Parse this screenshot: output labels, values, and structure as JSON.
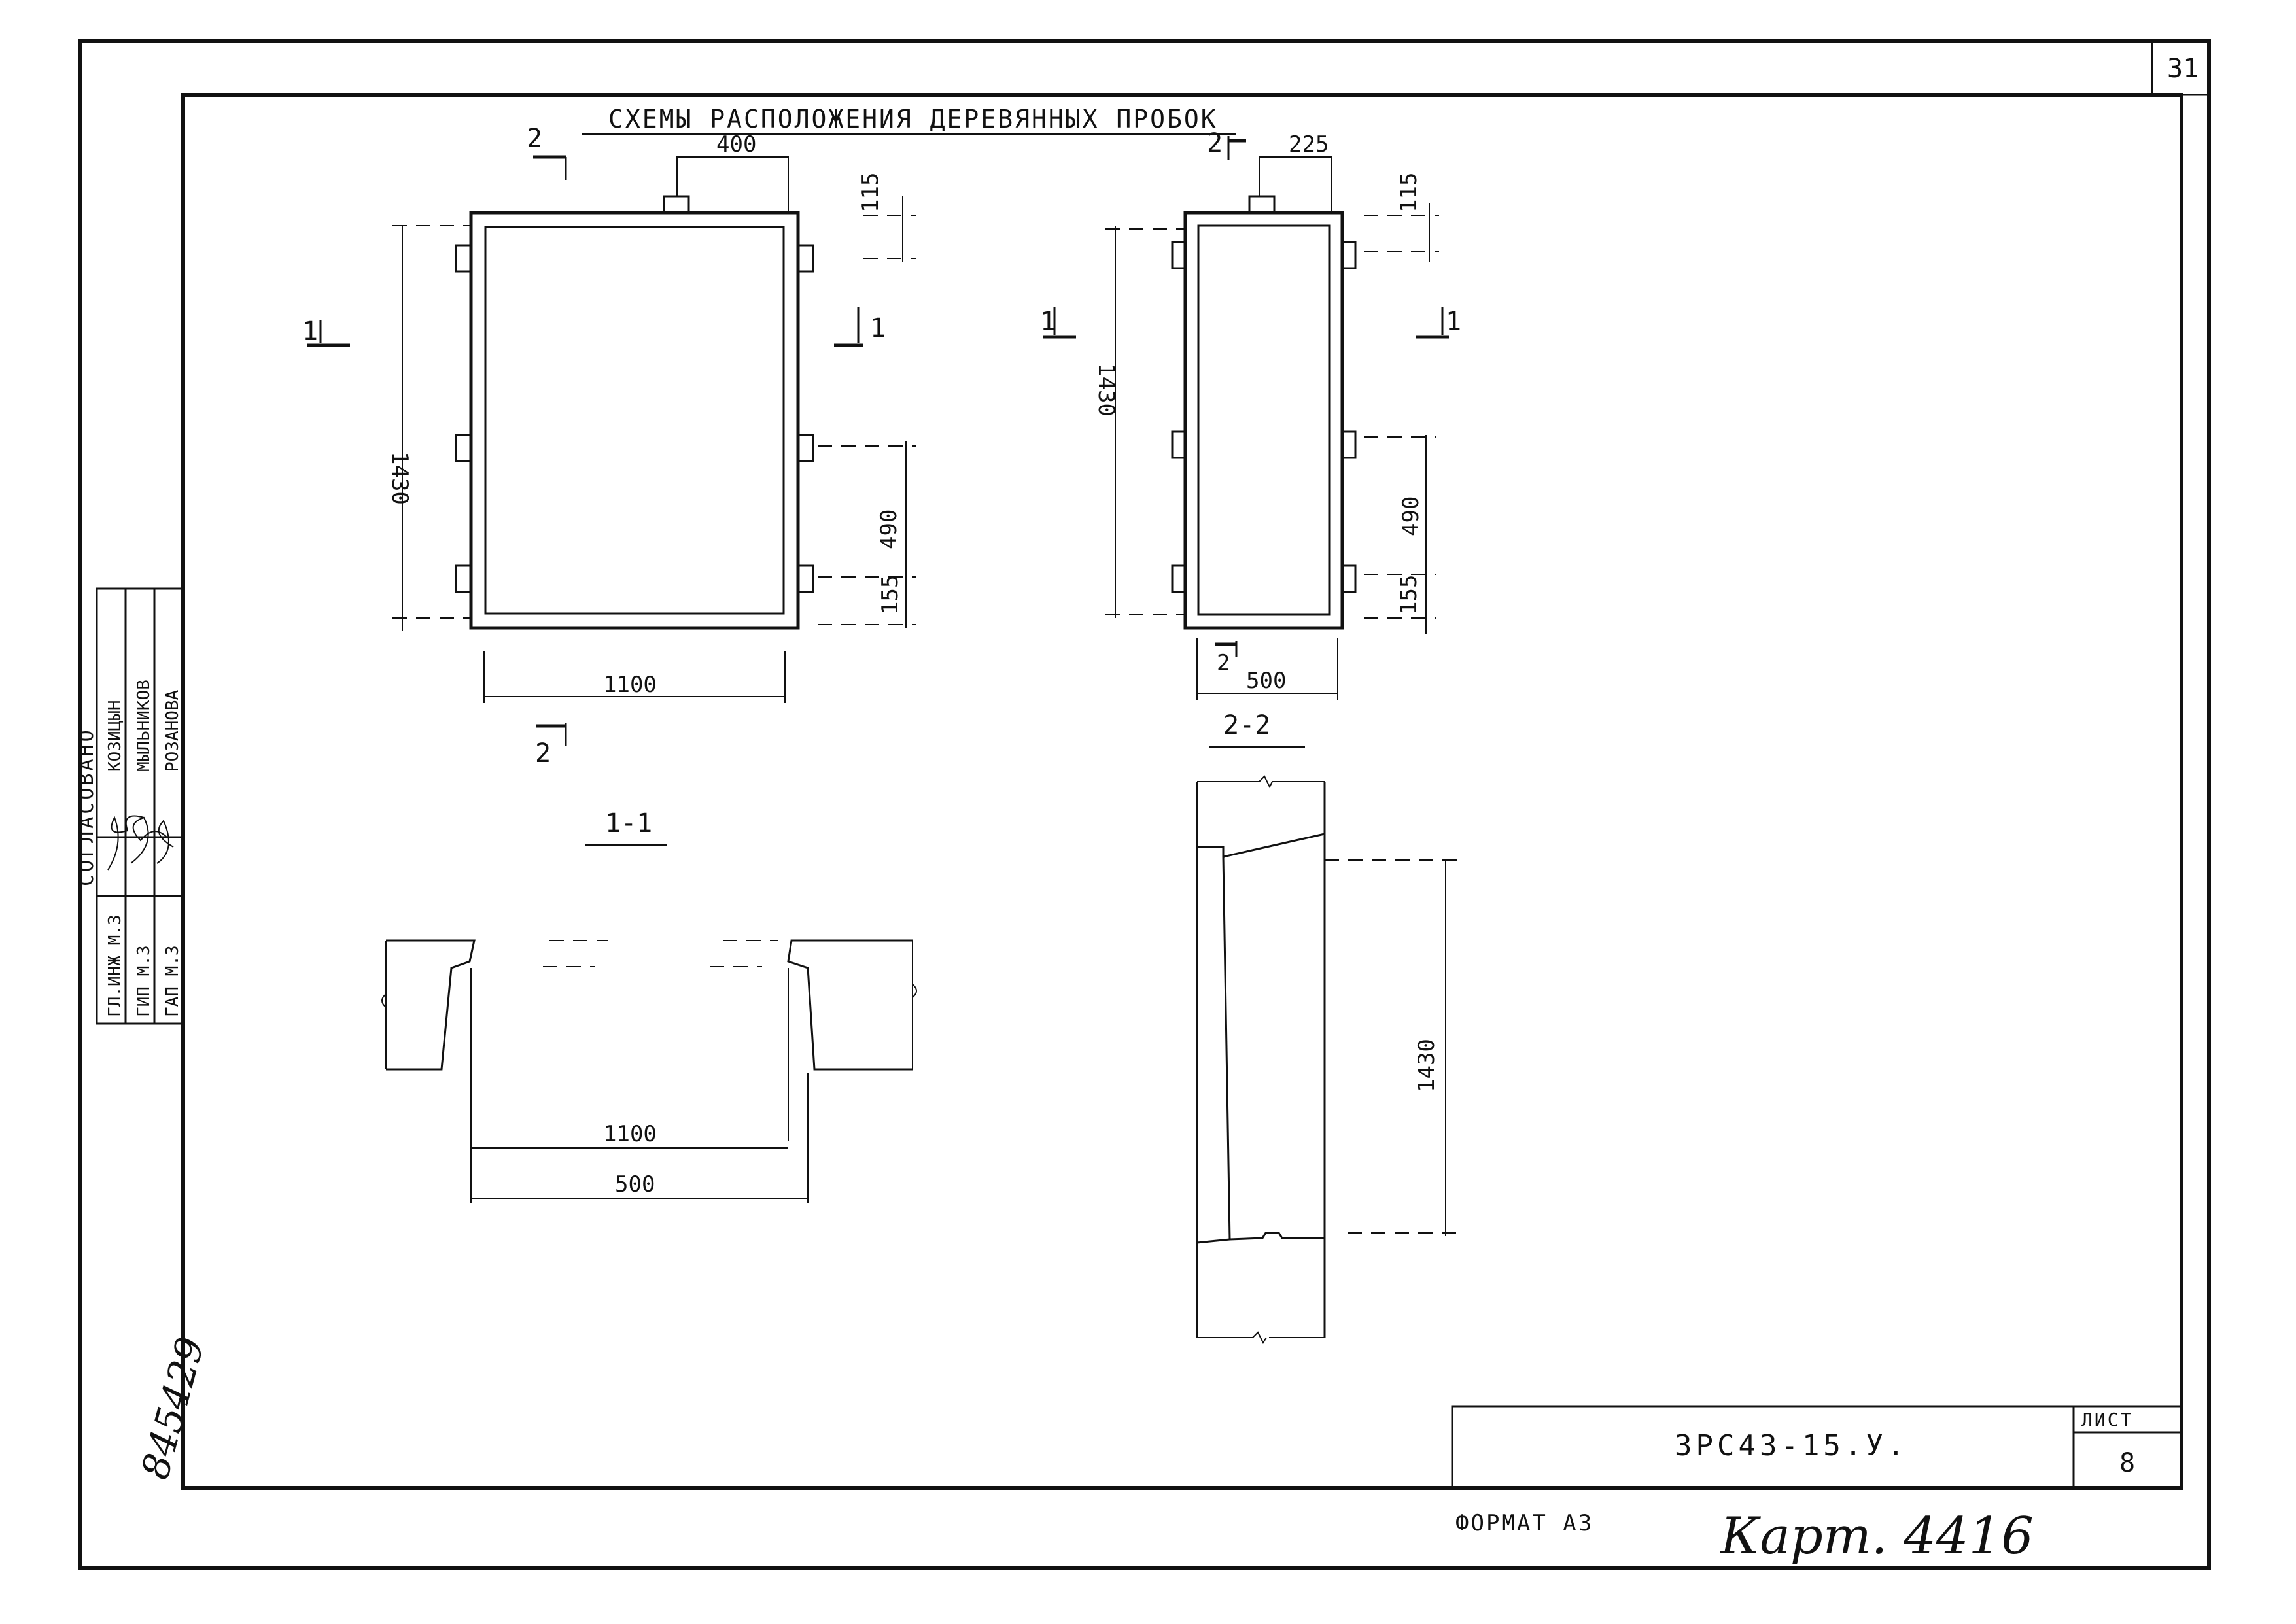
{
  "sheet": {
    "sheet_number_corner": "31",
    "title": "СХЕМЫ РАСПОЛОЖЕНИЯ ДЕРЕВЯННЫХ ПРОБОК",
    "document_code": "3РС43-15.У.",
    "sheet_label": "ЛИСТ",
    "sheet_value": "8",
    "format_label": "ФОРМАТ А3",
    "card_number": "Карт. 4416",
    "inventory_number": "845429"
  },
  "approval": {
    "header": "СОГЛАСОВАНО",
    "rows": [
      {
        "position": "ГЛ.ИНЖ М.З",
        "name": "КОЗИЦЫН"
      },
      {
        "position": "ГИП М.З",
        "name": "МЫЛЬНИКОВ"
      },
      {
        "position": "ГАП М.З",
        "name": "РОЗАНОВА"
      }
    ]
  },
  "views": {
    "front": {
      "dim_top": "400",
      "dim_height": "1430",
      "dim_width": "1100",
      "dim_115": "115",
      "dim_490": "490",
      "dim_155": "155",
      "cut_1": "1",
      "cut_2": "2"
    },
    "side": {
      "dim_top": "225",
      "dim_height": "1430",
      "dim_width": "500",
      "dim_115": "115",
      "dim_490": "490",
      "dim_155": "155",
      "cut_1": "1",
      "cut_2": "2"
    },
    "section_1_1": {
      "label": "1-1",
      "dim_1100": "1100",
      "dim_500": "500"
    },
    "section_2_2": {
      "label": "2-2",
      "dim_1430": "1430"
    }
  }
}
